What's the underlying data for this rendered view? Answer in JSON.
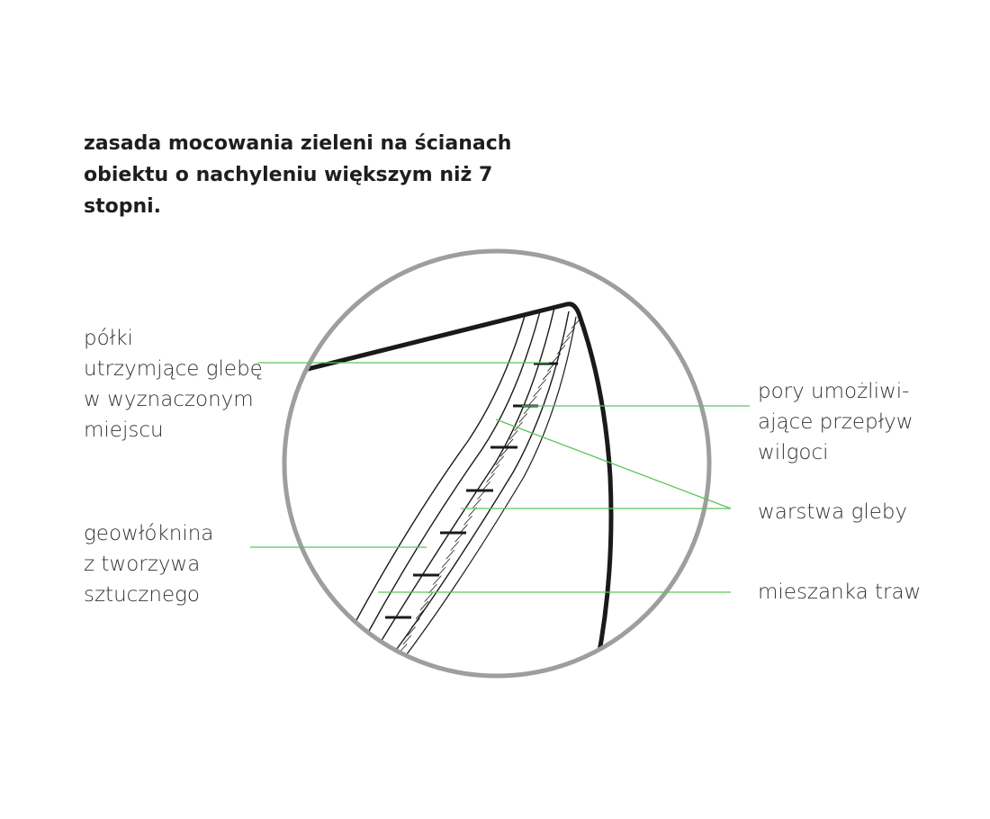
{
  "title": {
    "lines": [
      "zasada mocowania zieleni na ścianach",
      "obiektu o nachyleniu większym niż 7",
      "stopni."
    ]
  },
  "labels": {
    "shelves": [
      "półki",
      "utrzymjące glebę",
      "w wyznaczonym",
      "miejscu"
    ],
    "pores": [
      "pory umożliwi-",
      "ające przepływ",
      "wilgoci"
    ],
    "soil_layer": [
      "warstwa gleby"
    ],
    "geotextile": [
      "geowłóknina",
      "z tworzywa",
      "sztucznego"
    ],
    "grass_mix": [
      "mieszanka traw"
    ]
  },
  "colors": {
    "circle": "#9e9e9e",
    "leader": "#5cc35c",
    "wall": "#1a1a1a",
    "text": "#333333"
  }
}
